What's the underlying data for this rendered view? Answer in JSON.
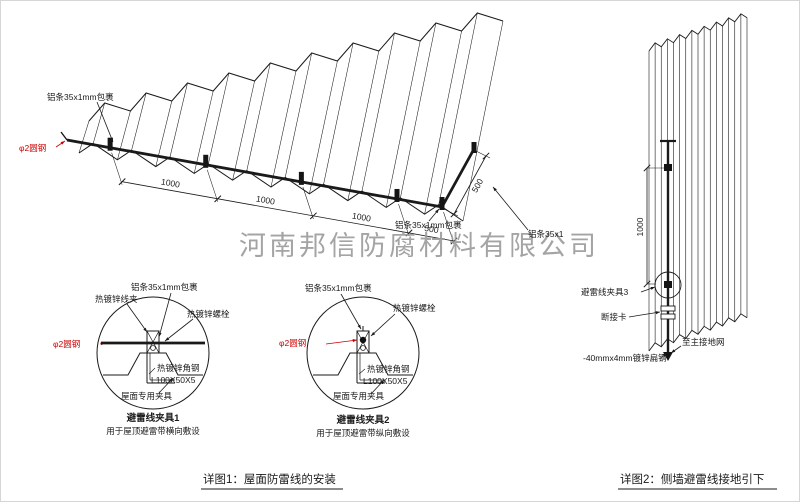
{
  "watermark": "河南邦信防腐材料有限公司",
  "main_view": {
    "label_alu_top": "铝条35x1mm包裹",
    "label_round_steel": "φ2圆钢",
    "label_alu_bottom": "铝条35x1mm包裹",
    "label_alu_right": "铝条35x1",
    "dims": [
      "1000",
      "1000",
      "1000",
      "500"
    ],
    "dim_right": "500",
    "caption": "详图1：屋面防雷线的安装"
  },
  "detail1": {
    "title": "避雷线夹具1",
    "subtitle": "用于屋顶避雷带横向敷设",
    "labels": {
      "wire_clip": "热镀锌线夹",
      "alu_strip": "铝条35x1mm包裹",
      "bolt": "热镀锌螺栓",
      "round_steel": "φ2圆钢",
      "angle_steel": "热镀锌角钢",
      "angle_spec": "L100X50X5",
      "roof_clamp": "屋面专用夹具"
    }
  },
  "detail2": {
    "title": "避雷线夹具2",
    "subtitle": "用于屋顶避雷带纵向敷设",
    "labels": {
      "alu_strip": "铝条35x1mm包裹",
      "bolt": "热镀锌螺栓",
      "round_steel": "φ2圆钢",
      "angle_steel": "热镀锌角钢",
      "angle_spec": "L100X50X5",
      "roof_clamp": "屋面专用夹具"
    }
  },
  "wall_view": {
    "dim": "1000",
    "label_clamp": "避雷线夹具3",
    "label_disconnect": "断接卡",
    "label_to_ground": "至主接地网",
    "label_flat_steel": "-40mmx4mm镀锌扁钢",
    "caption": "详图2：侧墙避雷线接地引下"
  }
}
